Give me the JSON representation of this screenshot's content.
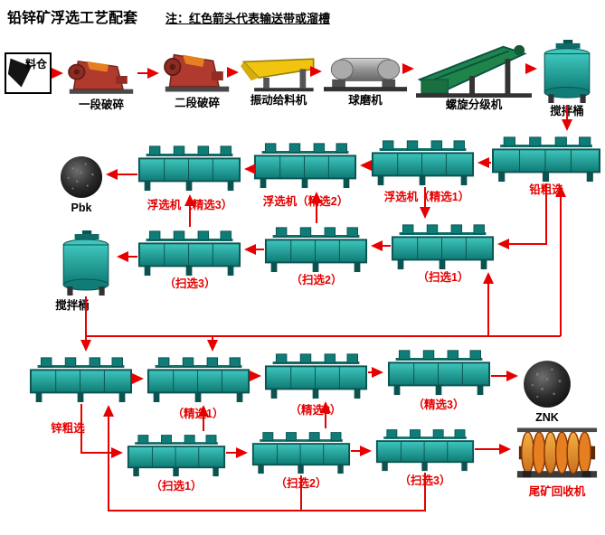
{
  "title": "铅锌矿浮选工艺配套",
  "note": "注：红色箭头代表输送带或溜槽",
  "colors": {
    "arrow_red": "#e60000",
    "label_red": "#e60000",
    "label_black": "#000000",
    "flotation_teal": "#14948d",
    "classifier_green": "#1e8449",
    "feeder_yellow": "#f1c40f",
    "crusher_red": "#b03a2e",
    "ballmill_grey": "#9a9a9a",
    "tailings_orange": "#e67e22"
  },
  "nodes": {
    "silo": {
      "label": "料仓"
    },
    "crusher1": {
      "label": "一段破碎"
    },
    "crusher2": {
      "label": "二段破碎"
    },
    "feeder": {
      "label": "振动给料机"
    },
    "ballmill": {
      "label": "球磨机"
    },
    "classifier": {
      "label": "螺旋分级机"
    },
    "mixer_top": {
      "label": "搅拌桶"
    },
    "pb_rough": {
      "label": "铅粗选"
    },
    "pb_clean1": {
      "label": "浮选机（精选1）"
    },
    "pb_clean2": {
      "label": "浮选机（精选2）"
    },
    "pb_clean3": {
      "label": "浮选机（精选3）"
    },
    "pb_conc": {
      "label": "Pbk"
    },
    "pb_scav1": {
      "label": "（扫选1）"
    },
    "pb_scav2": {
      "label": "（扫选2）"
    },
    "pb_scav3": {
      "label": "（扫选3）"
    },
    "mixer_left": {
      "label": "搅拌桶"
    },
    "zn_rough": {
      "label": "锌粗选"
    },
    "zn_clean1": {
      "label": "（精选1）"
    },
    "zn_clean2": {
      "label": "（精选2）"
    },
    "zn_clean3": {
      "label": "（精选3）"
    },
    "zn_conc": {
      "label": "ZNK"
    },
    "zn_scav1": {
      "label": "（扫选1）"
    },
    "zn_scav2": {
      "label": "（扫选2）"
    },
    "zn_scav3": {
      "label": "（扫选3）"
    },
    "tailings": {
      "label": "尾矿回收机"
    }
  }
}
